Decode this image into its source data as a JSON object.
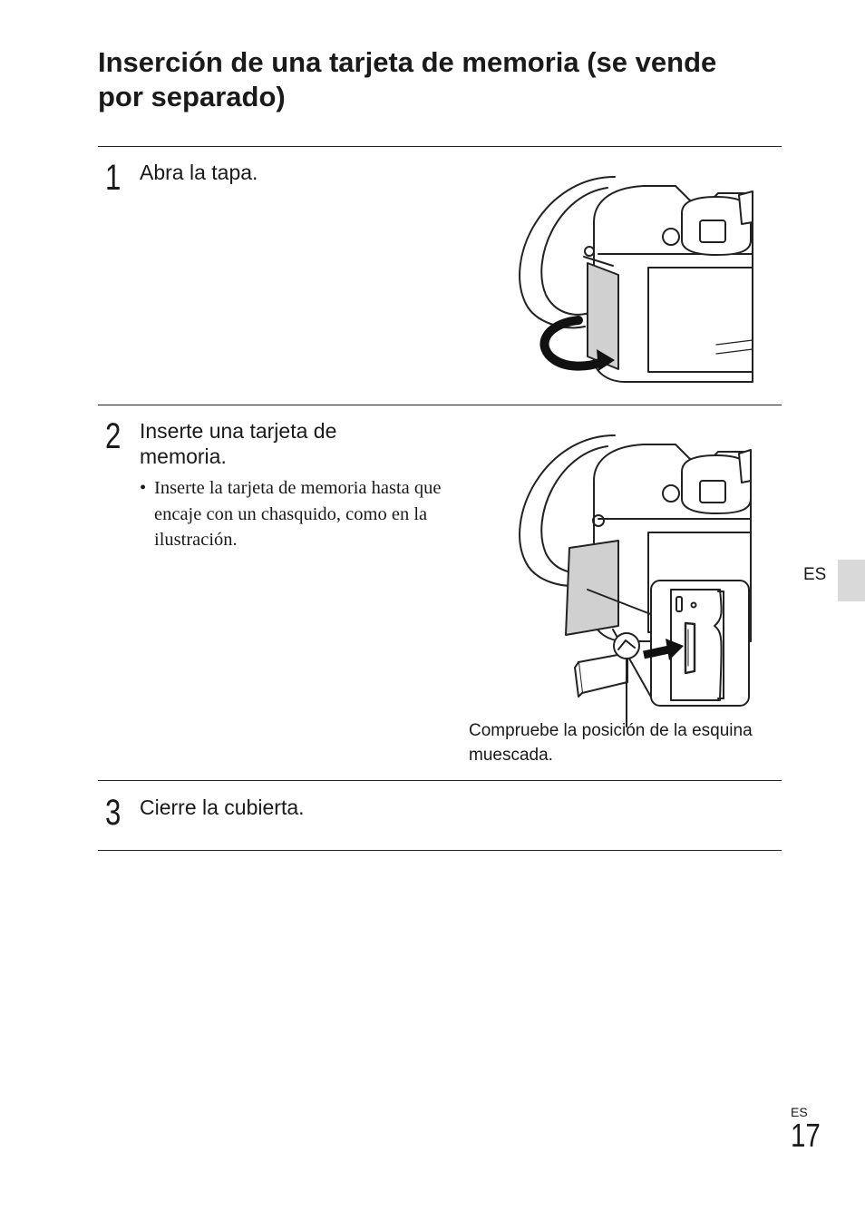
{
  "title": "Inserción de una tarjeta de memoria (se vende por separado)",
  "steps": [
    {
      "number": "1",
      "text": "Abra la tapa."
    },
    {
      "number": "2",
      "text": "Inserte una tarjeta de memoria.",
      "bullet": "Inserte la tarjeta de memoria hasta que encaje con un chasquido, como en la ilustración."
    },
    {
      "number": "3",
      "text": "Cierre la cubierta."
    }
  ],
  "caption": "Compruebe la posición de la esquina muescada.",
  "side_tab": {
    "label": "ES"
  },
  "footer": {
    "lang": "ES",
    "page": "17"
  },
  "illustrations": [
    {
      "name": "open-cover-illustration"
    },
    {
      "name": "insert-card-illustration"
    }
  ]
}
